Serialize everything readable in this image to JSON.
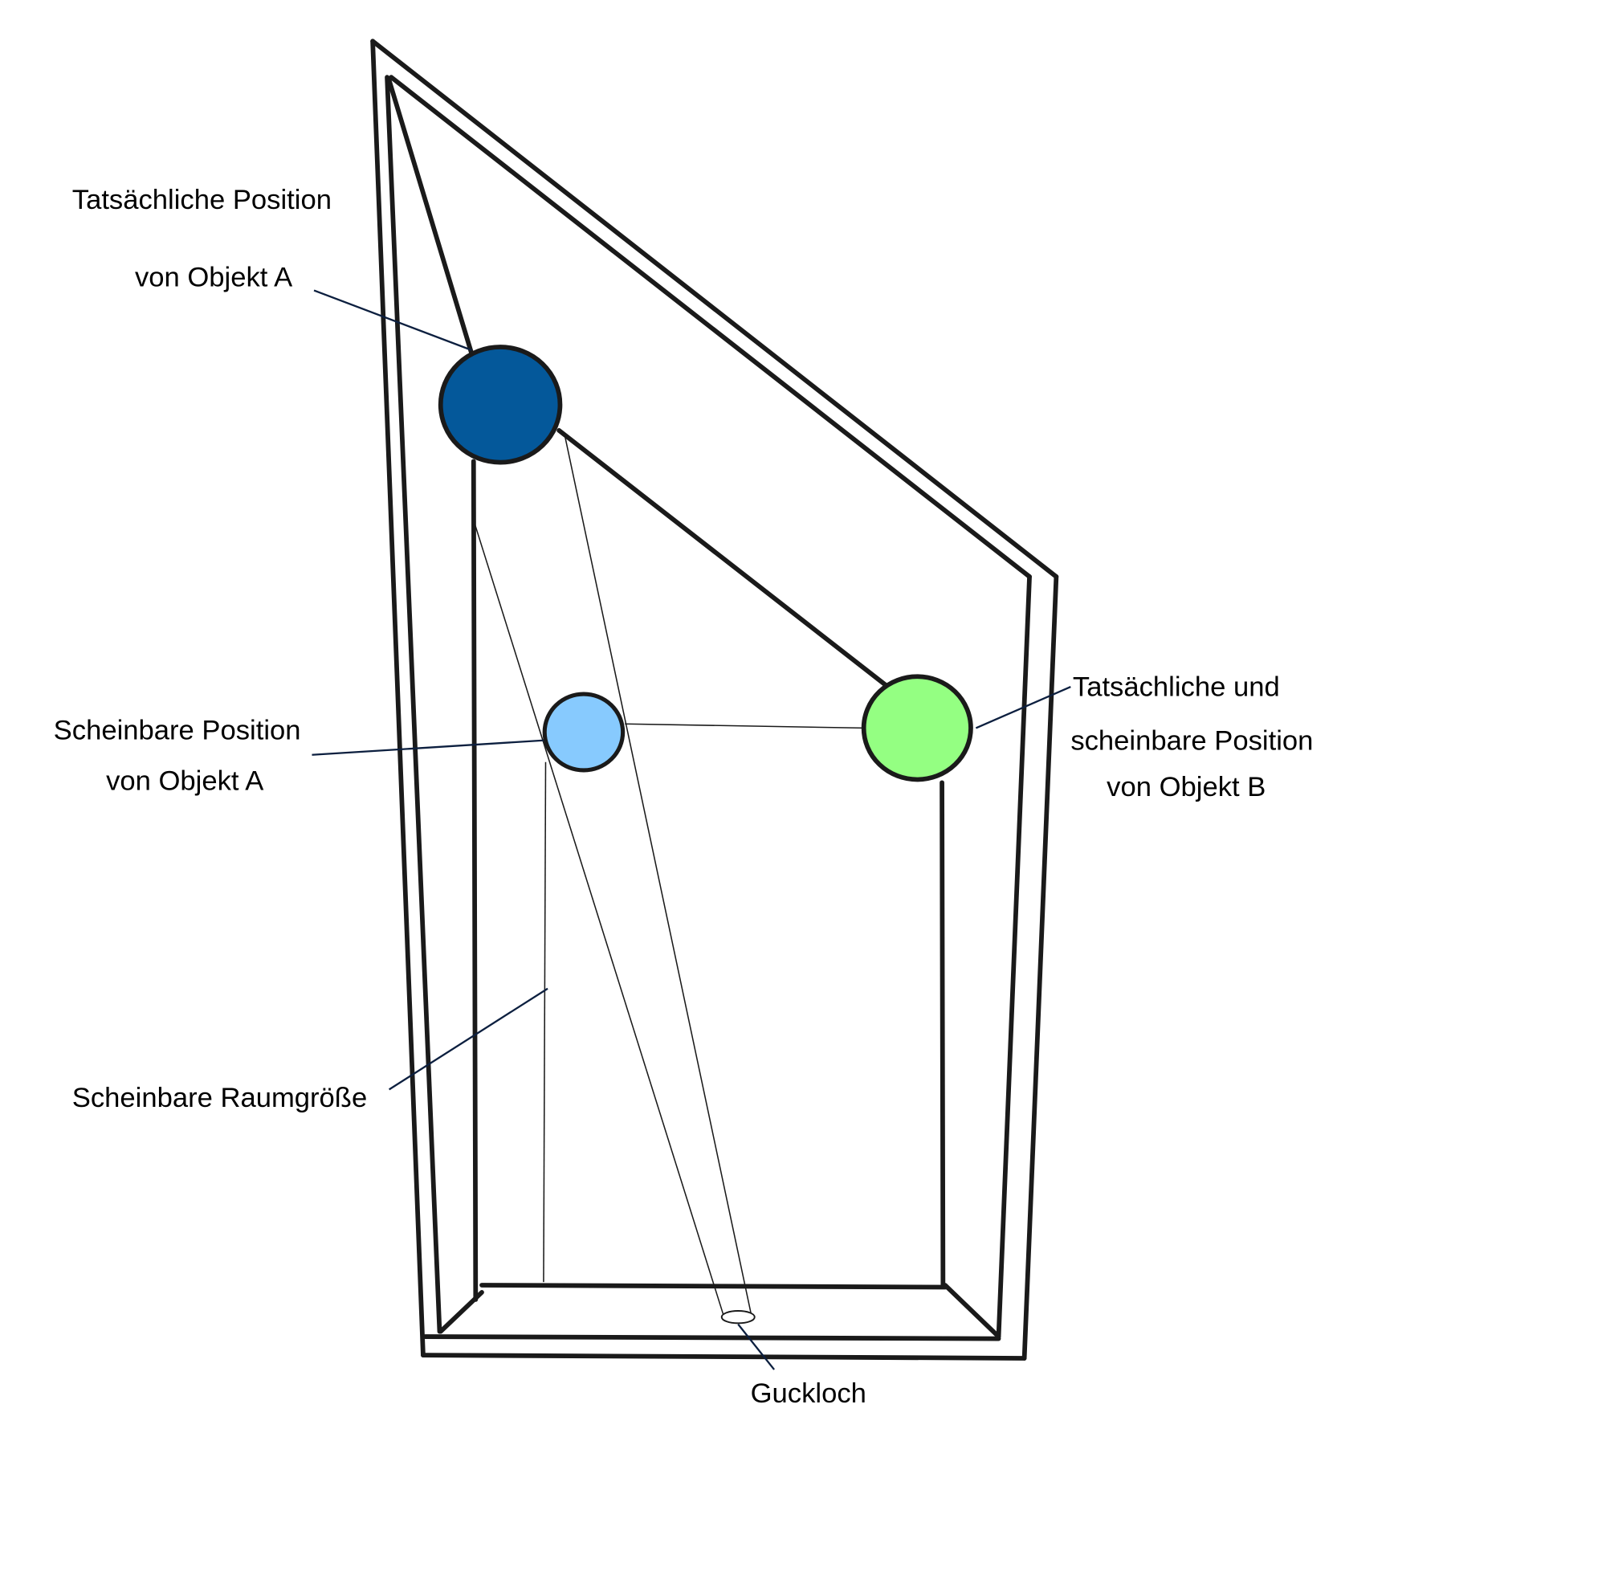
{
  "labels": {
    "actual_a_line1": "Tatsächliche  Position",
    "actual_a_line2": "von Objekt A",
    "apparent_a_line1": "Scheinbare Position",
    "apparent_a_line2": "von Objekt A",
    "object_b_line1": "Tatsächliche und",
    "object_b_line2": "scheinbare Position",
    "object_b_line3": "von Objekt B",
    "room_size": "Scheinbare Raumgröße",
    "peephole": "Guckloch"
  },
  "colors": {
    "object_a_actual": "#04589A",
    "object_a_apparent": "#87CAFE",
    "object_b": "#94FF82"
  }
}
